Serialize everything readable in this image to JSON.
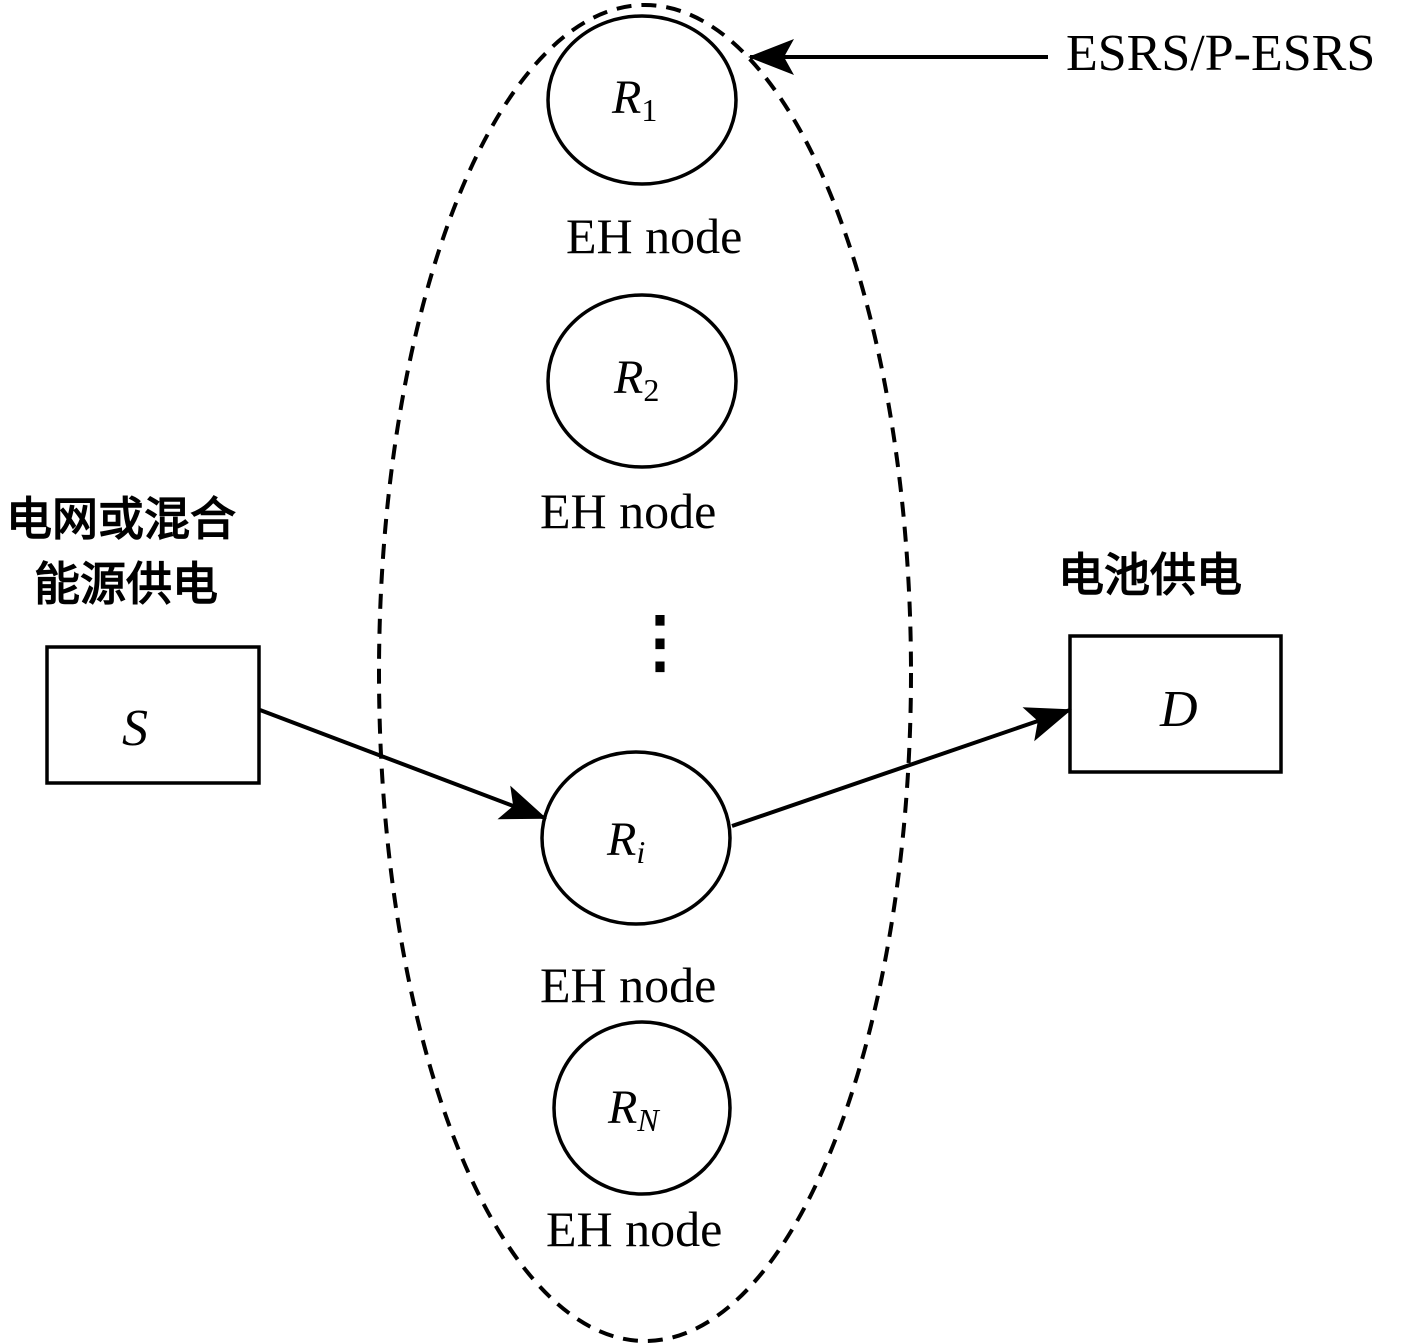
{
  "source": {
    "caption_line1": "电网或混合",
    "caption_line2": "能源供电",
    "label": "S"
  },
  "destination": {
    "caption": "电池供电",
    "label": "D"
  },
  "relay_group": {
    "label": "ESRS/P-ESRS"
  },
  "relays": [
    {
      "symbol": "R",
      "subscript": "1",
      "caption": "EH node"
    },
    {
      "symbol": "R",
      "subscript": "2",
      "caption": "EH node"
    },
    {
      "symbol": "R",
      "subscript": "i",
      "caption": "EH node"
    },
    {
      "symbol": "R",
      "subscript": "N",
      "caption": "EH node"
    }
  ],
  "ellipsis": "⋮"
}
